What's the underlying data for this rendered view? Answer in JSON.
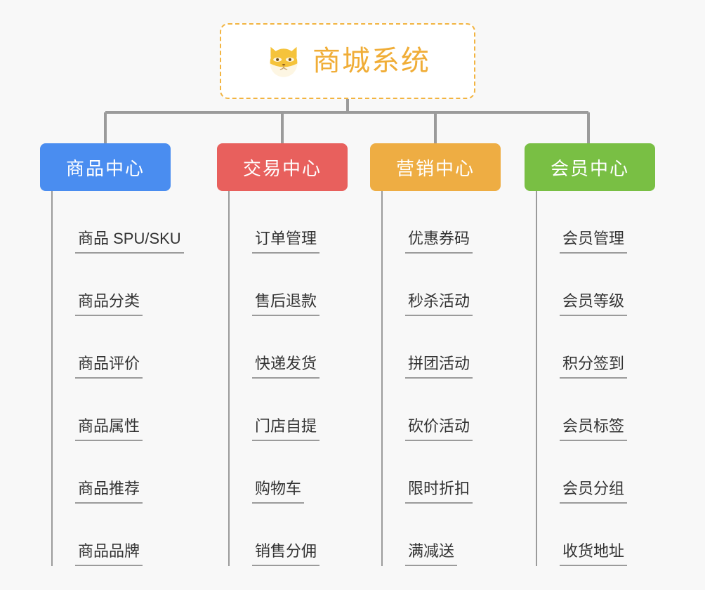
{
  "root": {
    "title": "商城系统",
    "emoji_name": "shiba-dog-face",
    "border_color": "#f2b441",
    "text_color": "#f0ad37"
  },
  "connector": {
    "color": "#9b9b9b"
  },
  "branches": [
    {
      "label": "商品中心",
      "color": "#4a8df0",
      "items": [
        "商品 SPU/SKU",
        "商品分类",
        "商品评价",
        "商品属性",
        "商品推荐",
        "商品品牌"
      ]
    },
    {
      "label": "交易中心",
      "color": "#e8605d",
      "items": [
        "订单管理",
        "售后退款",
        "快递发货",
        "门店自提",
        "购物车",
        "销售分佣"
      ]
    },
    {
      "label": "营销中心",
      "color": "#eead43",
      "items": [
        "优惠券码",
        "秒杀活动",
        "拼团活动",
        "砍价活动",
        "限时折扣",
        "满减送"
      ]
    },
    {
      "label": "会员中心",
      "color": "#79bf44",
      "items": [
        "会员管理",
        "会员等级",
        "积分签到",
        "会员标签",
        "会员分组",
        "收货地址"
      ]
    }
  ]
}
